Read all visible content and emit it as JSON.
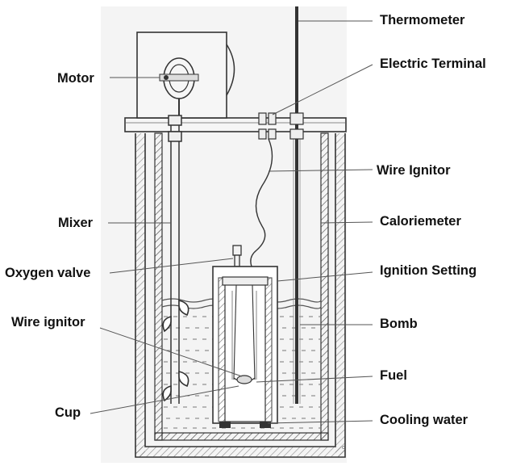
{
  "diagram": {
    "labels": {
      "thermometer": "Thermometer",
      "electric_terminal": "Electric Terminal",
      "motor": "Motor",
      "wire_ignitor_top": "Wire Ignitor",
      "mixer": "Mixer",
      "caloriemeter": "Caloriemeter",
      "oxygen_valve": "Oxygen valve",
      "ignition_setting": "Ignition Setting",
      "wire_ignitor_bottom": "Wire ignitor",
      "bomb": "Bomb",
      "fuel": "Fuel",
      "cup": "Cup",
      "cooling_water": "Cooling water"
    }
  }
}
